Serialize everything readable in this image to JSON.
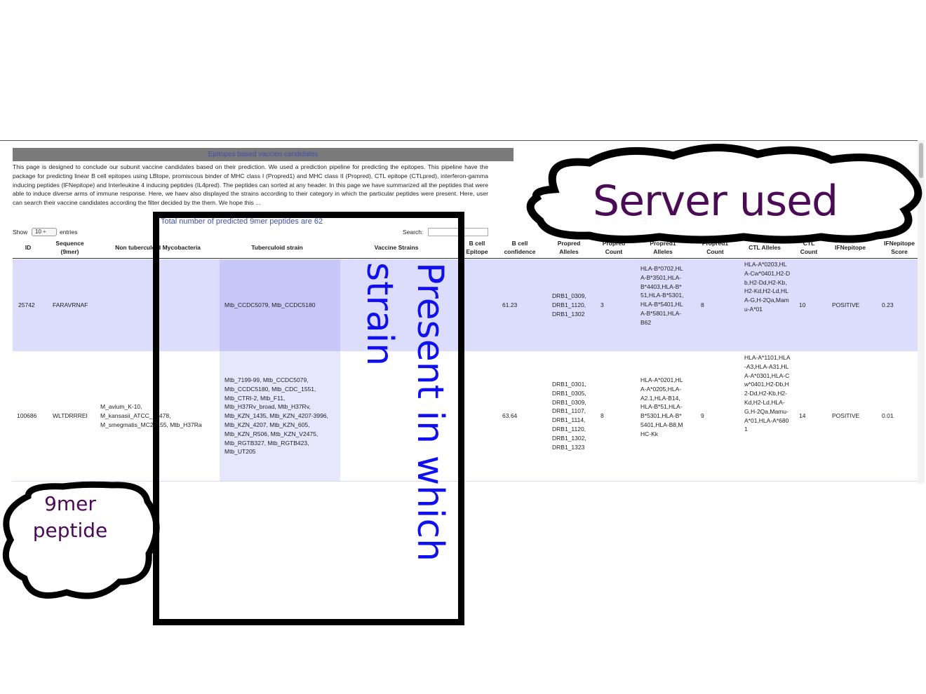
{
  "banner": "Epitopes based vaccien candidates",
  "intro": "This page is designed to conclude our subunit vaccine candidates based on their prediction. We used a prediction pipeline for predicting the epitopes. This pipeline have the package for predicting linear B cell epitopes using LBtope, promiscous binder of MHC class I (Propred1) and MHC class II (Propred), CTL epitope (CTLpred), interferon-gamma inducing peptides (IFNepitope) and Interleukine 4 inducing peptides (IL4pred). The peptides can sorted at any header. In this page we have summarized all the peptides that were able to induce diverse arms of immune response. Here, we haev also displayed the strains according to their category in which the particular peptides were present. Here, user can search their vaccine candidates according the filter decided by the them. We hope this ...",
  "total": "Total number of predicted 9mer peptides are 62",
  "controls": {
    "show": "Show",
    "entries_value": "10 ÷",
    "entries": "entries",
    "search": "Search:"
  },
  "headers": [
    "ID",
    "Sequence (9mer)",
    "Non tuberculoid Mycobacteria",
    "Tuberculoid strain",
    "Vaccine Strains",
    "B cell Epitope",
    "B cell confidence",
    "Propred Alleles",
    "Propred Count",
    "Propred1 Alleles",
    "Propred1 Count",
    "CTL Alleles",
    "CTL Count",
    "IFNepitope",
    "IFNepitope Score"
  ],
  "rows": [
    {
      "id": "25742",
      "seq": "FARAVRNAF",
      "nontb": "",
      "tb": "Mtb_CCDC5079, Mtb_CCDC5180",
      "vacc": "",
      "bconf": "61.23",
      "propred": "DRB1_0309, DRB1_1120, DRB1_1302",
      "pcount": "3",
      "propred1": "HLA-B*0702,HLA-B*3501,HLA-B*4403,HLA-B*51,HLA-B*5301,HLA-B*5401,HLA-B*5801,HLA-B62",
      "p1count": "8",
      "ctl": "HLA-A*0203,HLA-Cw*0401,H2-Db,H2-Dd,H2-Kb,H2-Kd,H2-Ld,HLA-G,H-2Qa,Mamu-A*01",
      "ctlcount": "10",
      "ifn": "POSITIVE",
      "ifnscore": "0.23"
    },
    {
      "id": "100686",
      "seq": "WLTDRRREI",
      "nontb": "M_avium_K-10, M_kansasii_ATCC_12478, M_smegmatis_MC2_155, Mtb_H37Ra",
      "tb": "Mtb_7199-99, Mtb_CCDC5079, Mtb_CCDC5180, Mtb_CDC_1551, Mtb_CTRI-2, Mtb_F11, Mtb_H37Rv_broad, Mtb_H37Rv, Mtb_KZN_1435, Mtb_KZN_4207-3996, Mtb_KZN_4207, Mtb_KZN_605, Mtb_KZN_R506, Mtb_KZN_V2475, Mtb_RGTB327, Mtb_RGTB423, Mtb_UT205",
      "vacc": "",
      "bconf": "63.64",
      "propred": "DRB1_0301, DRB1_0305, DRB1_0309, DRB1_1107, DRB1_1114, DRB1_1120, DRB1_1302, DRB1_1323",
      "pcount": "8",
      "propred1": "HLA-A*0201,HLA-A*0205,HLA-A2.1,HLA-B14,HLA-B*51,HLA-B*5301,HLA-B*5401,HLA-B8,MHC-Kk",
      "p1count": "9",
      "ctl": "HLA-A*1101,HLA-A3,HLA-A31,HLA-A*0301,HLA-Cw*0401,H2-Db,H2-Dd,H2-Kb,H2-Kd,H2-Ld,HLA-G,H-2Qa,Mamu-A*01,HLA-A*6801",
      "ctlcount": "14",
      "ifn": "POSITIVE",
      "ifnscore": "0.01"
    }
  ],
  "annotations": {
    "strain": [
      "Present in which",
      "strain"
    ],
    "server": "Server used",
    "nine": [
      "9mer",
      "peptide"
    ]
  }
}
